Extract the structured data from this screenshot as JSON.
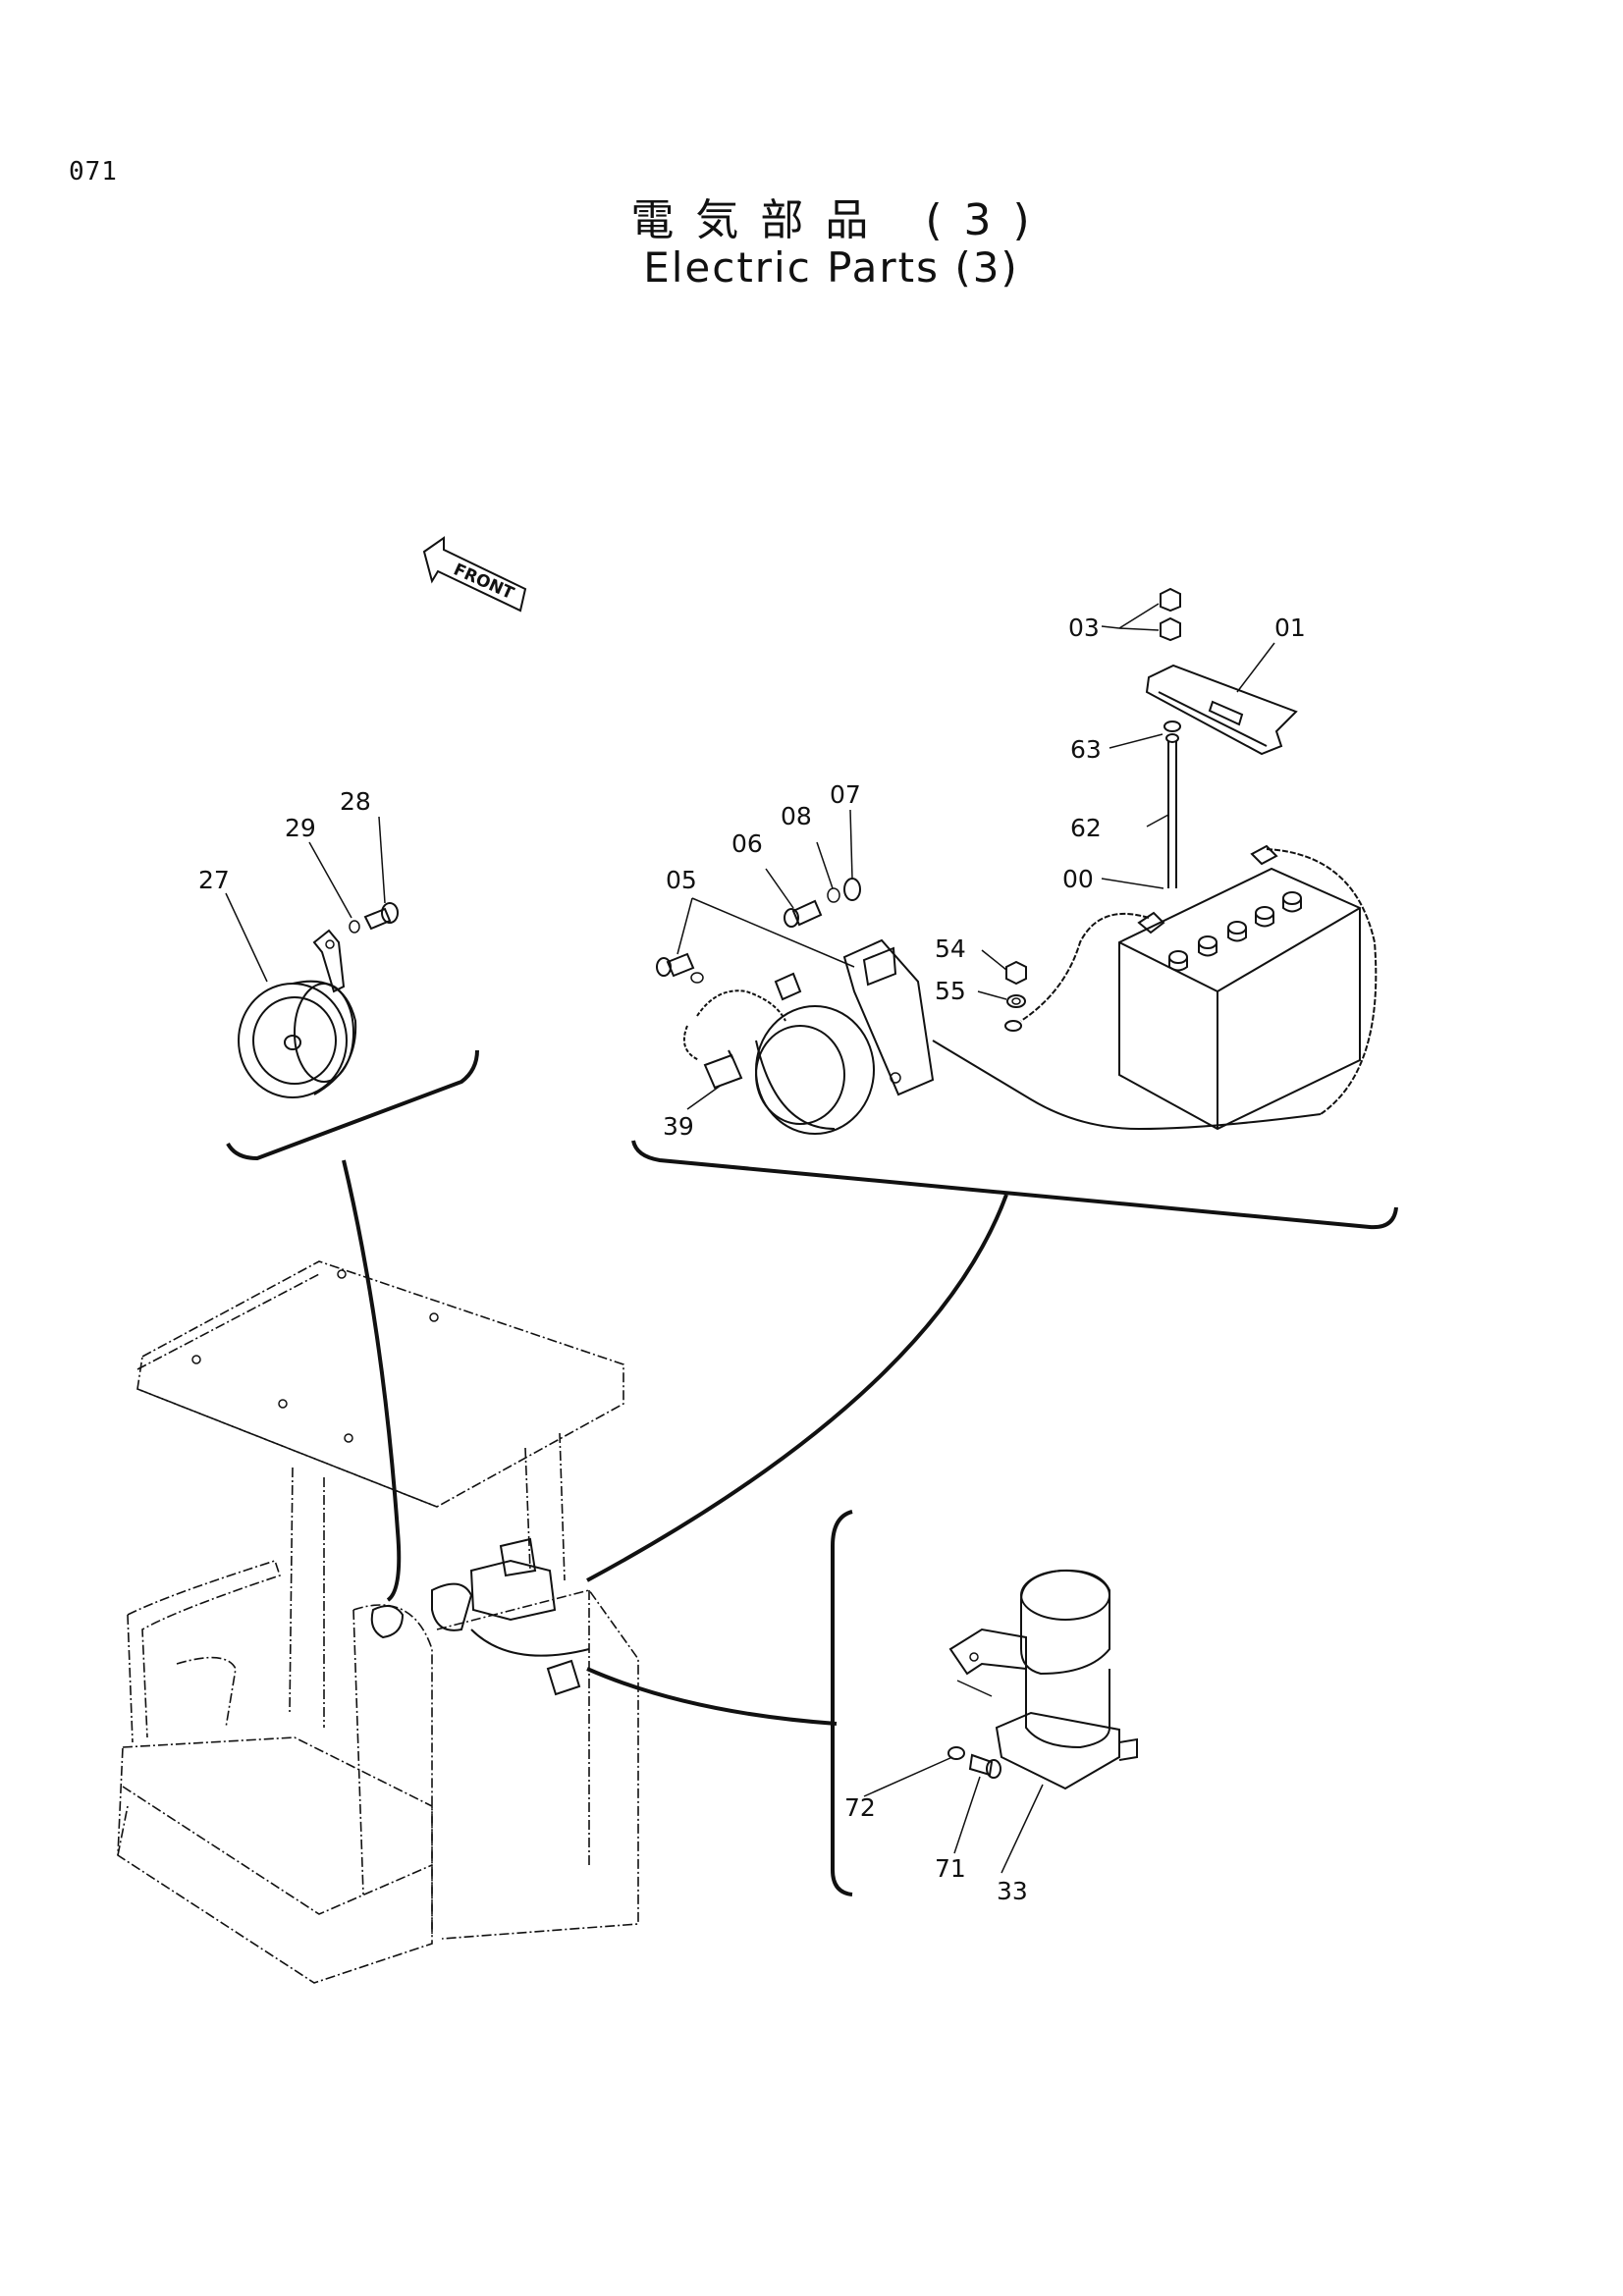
{
  "page_number": "071",
  "title_jp": "電気部品 (3)",
  "title_en": "Electric Parts (3)",
  "front_label": "FRONT",
  "callouts": {
    "c00": "00",
    "c01": "01",
    "c03": "03",
    "c05": "05",
    "c06": "06",
    "c07": "07",
    "c08": "08",
    "c27": "27",
    "c28": "28",
    "c29": "29",
    "c33": "33",
    "c39": "39",
    "c54": "54",
    "c55": "55",
    "c62": "62",
    "c63": "63",
    "c71": "71",
    "c72": "72"
  }
}
